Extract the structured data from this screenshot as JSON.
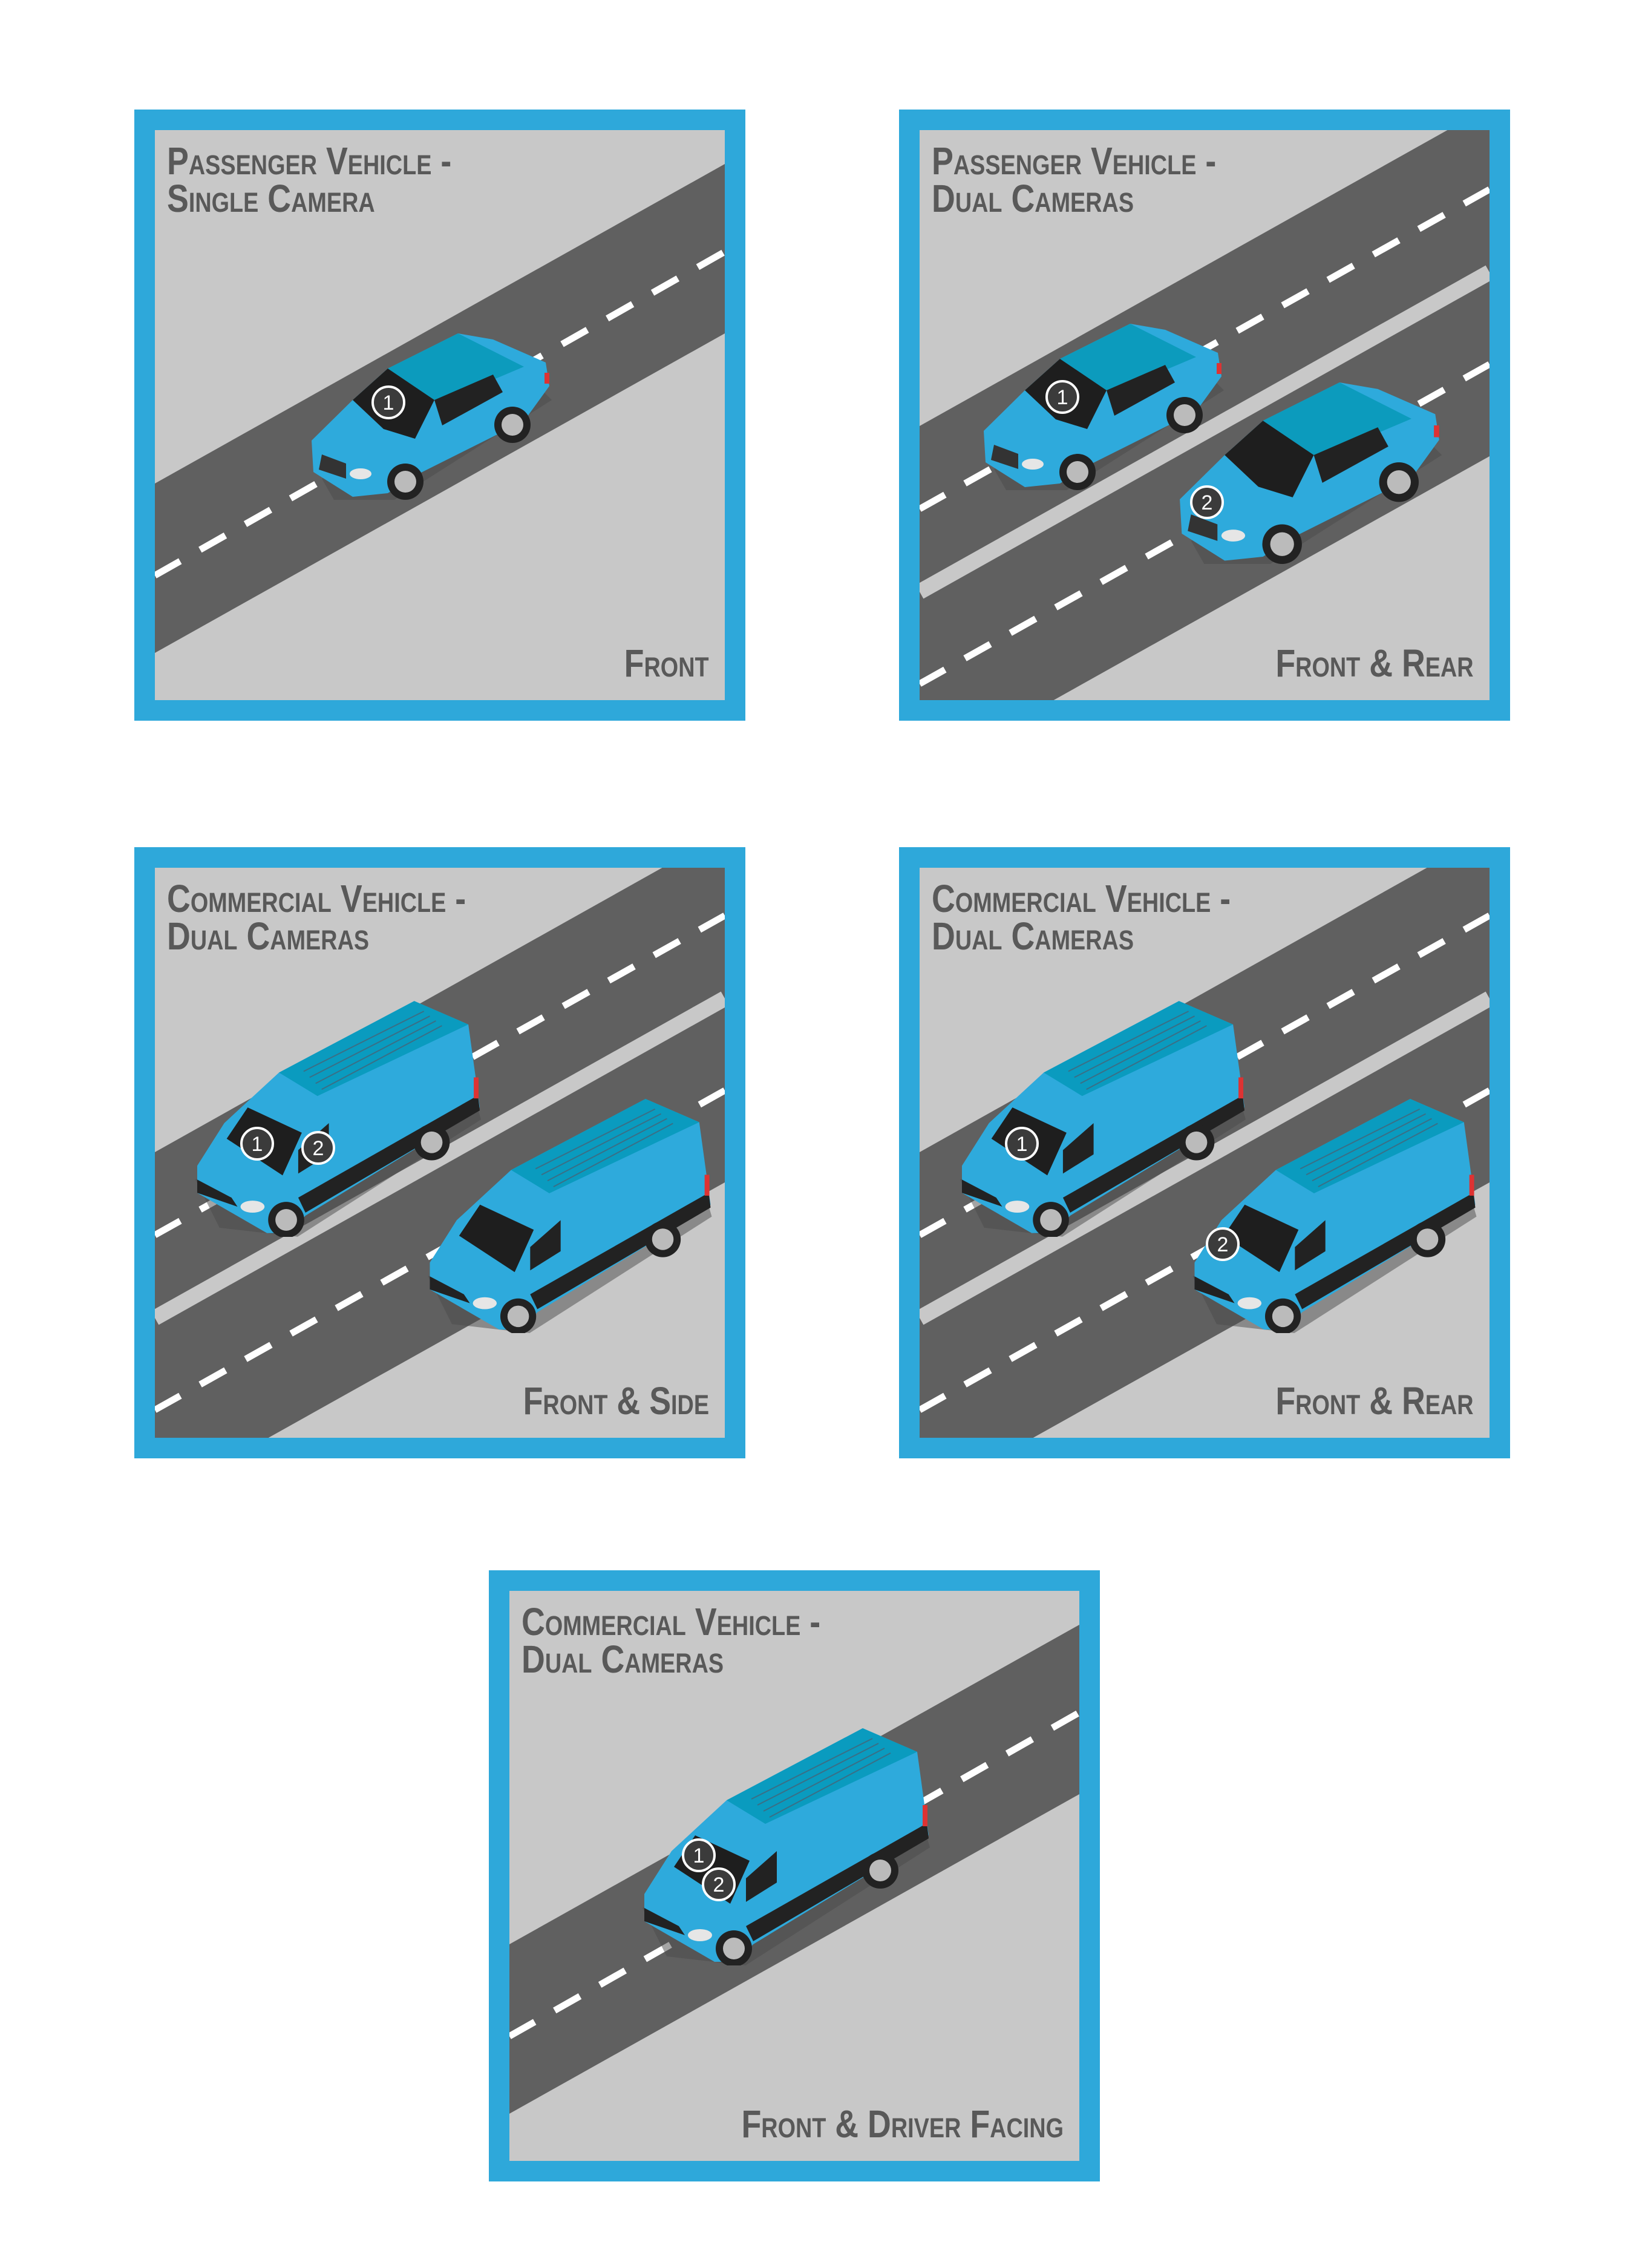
{
  "colors": {
    "frame": "#2ea8da",
    "ground": "#c8c8c8",
    "road": "#606060",
    "vehicle": "#2eaadc",
    "text": "#595959"
  },
  "panels": [
    {
      "title_line1": "Passenger Vehicle -",
      "title_line2": "Single Camera",
      "label": "Front",
      "markers": [
        "1"
      ]
    },
    {
      "title_line1": "Passenger Vehicle -",
      "title_line2": "Dual Cameras",
      "label": "Front & Rear",
      "markers": [
        "1",
        "2"
      ]
    },
    {
      "title_line1": "Commercial Vehicle -",
      "title_line2": "Dual Cameras",
      "label": "Front & Side",
      "markers": [
        "1",
        "2"
      ]
    },
    {
      "title_line1": "Commercial Vehicle -",
      "title_line2": "Dual Cameras",
      "label": "Front & Rear",
      "markers": [
        "1",
        "2"
      ]
    },
    {
      "title_line1": "Commercial Vehicle -",
      "title_line2": "Dual Cameras",
      "label": "Front & Driver Facing",
      "markers": [
        "1",
        "2"
      ]
    }
  ]
}
